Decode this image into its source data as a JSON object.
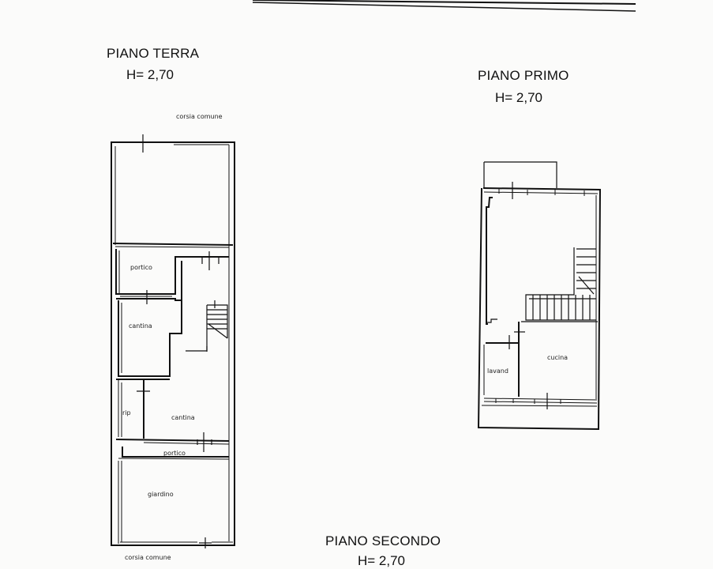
{
  "sheet": {
    "floors": [
      {
        "id": "ground",
        "title": "PIANO TERRA",
        "height": "H= 2,70",
        "labels": {
          "top_access": "corsia comune",
          "bottom_access": "corsia comune",
          "rooms": [
            "portico",
            "cantina",
            "rip",
            "cantina",
            "portico",
            "giardino"
          ]
        }
      },
      {
        "id": "first",
        "title": "PIANO PRIMO",
        "height": "H= 2,70",
        "labels": {
          "rooms": [
            "lavand",
            "cucina"
          ]
        }
      },
      {
        "id": "second",
        "title": "PIANO SECONDO",
        "height": "H= 2,70"
      }
    ],
    "colors": {
      "background": "#fbfbfa",
      "ink": "#111111"
    }
  }
}
